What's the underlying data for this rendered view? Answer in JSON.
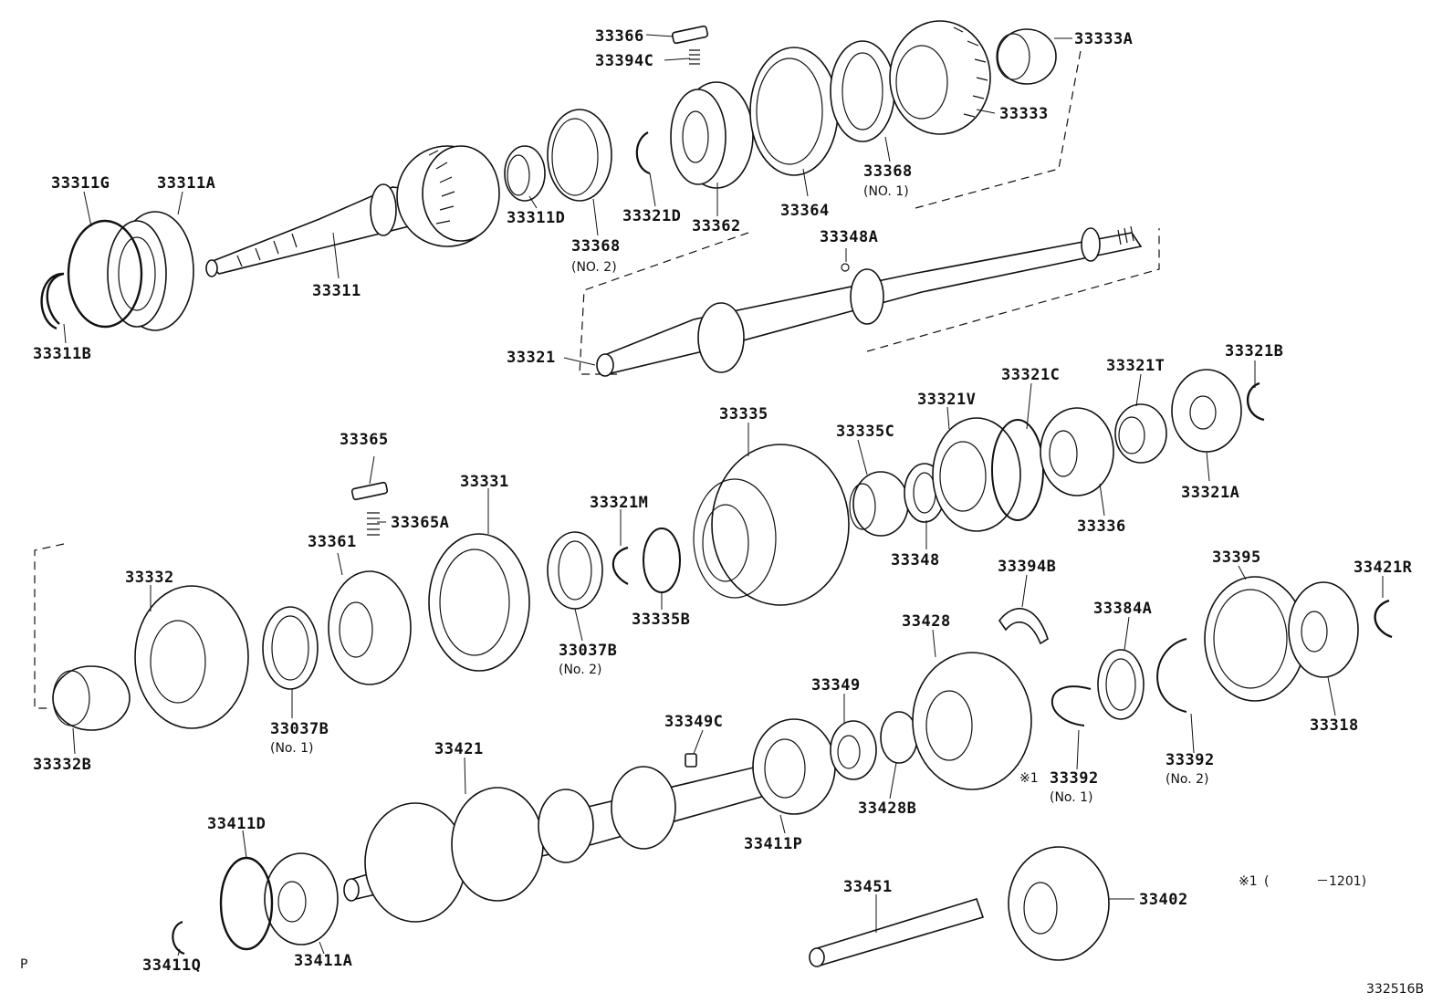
{
  "diagram_code": "332516B",
  "corner_letter": "P",
  "footnote": {
    "mark": "※1",
    "paren_text": "(",
    "range": "－1201)"
  },
  "labels": {
    "33366": "33366",
    "33394C": "33394C",
    "33333A": "33333A",
    "33333": "33333",
    "33368_1": "33368",
    "33368_1_sub": "(NO. 1)",
    "33364": "33364",
    "33362": "33362",
    "33321D": "33321D",
    "33368_2": "33368",
    "33368_2_sub": "(NO. 2)",
    "33311D": "33311D",
    "33311": "33311",
    "33311A": "33311A",
    "33311G": "33311G",
    "33311B": "33311B",
    "33348A": "33348A",
    "33321": "33321",
    "33321B": "33321B",
    "33321T": "33321T",
    "33321C": "33321C",
    "33321V": "33321V",
    "33335C": "33335C",
    "33335": "33335",
    "33321A": "33321A",
    "33336": "33336",
    "33348": "33348",
    "33365": "33365",
    "33365A": "33365A",
    "33331": "33331",
    "33321M": "33321M",
    "33361": "33361",
    "33332": "33332",
    "33335B": "33335B",
    "33037B_2": "33037B",
    "33037B_2_sub": "(No. 2)",
    "33037B_1": "33037B",
    "33037B_1_sub": "(No. 1)",
    "33332B": "33332B",
    "33394B": "33394B",
    "33395": "33395",
    "33421R": "33421R",
    "33428": "33428",
    "33384A": "33384A",
    "33349": "33349",
    "33349C": "33349C",
    "33318": "33318",
    "33421": "33421",
    "33392_1_mark": "※1",
    "33392_1": "33392",
    "33392_1_sub": "(No. 1)",
    "33392_2": "33392",
    "33392_2_sub": "(No. 2)",
    "33428B": "33428B",
    "33411P": "33411P",
    "33411D": "33411D",
    "33451": "33451",
    "33402": "33402",
    "33411Q": "33411Q",
    "33411A": "33411A"
  }
}
